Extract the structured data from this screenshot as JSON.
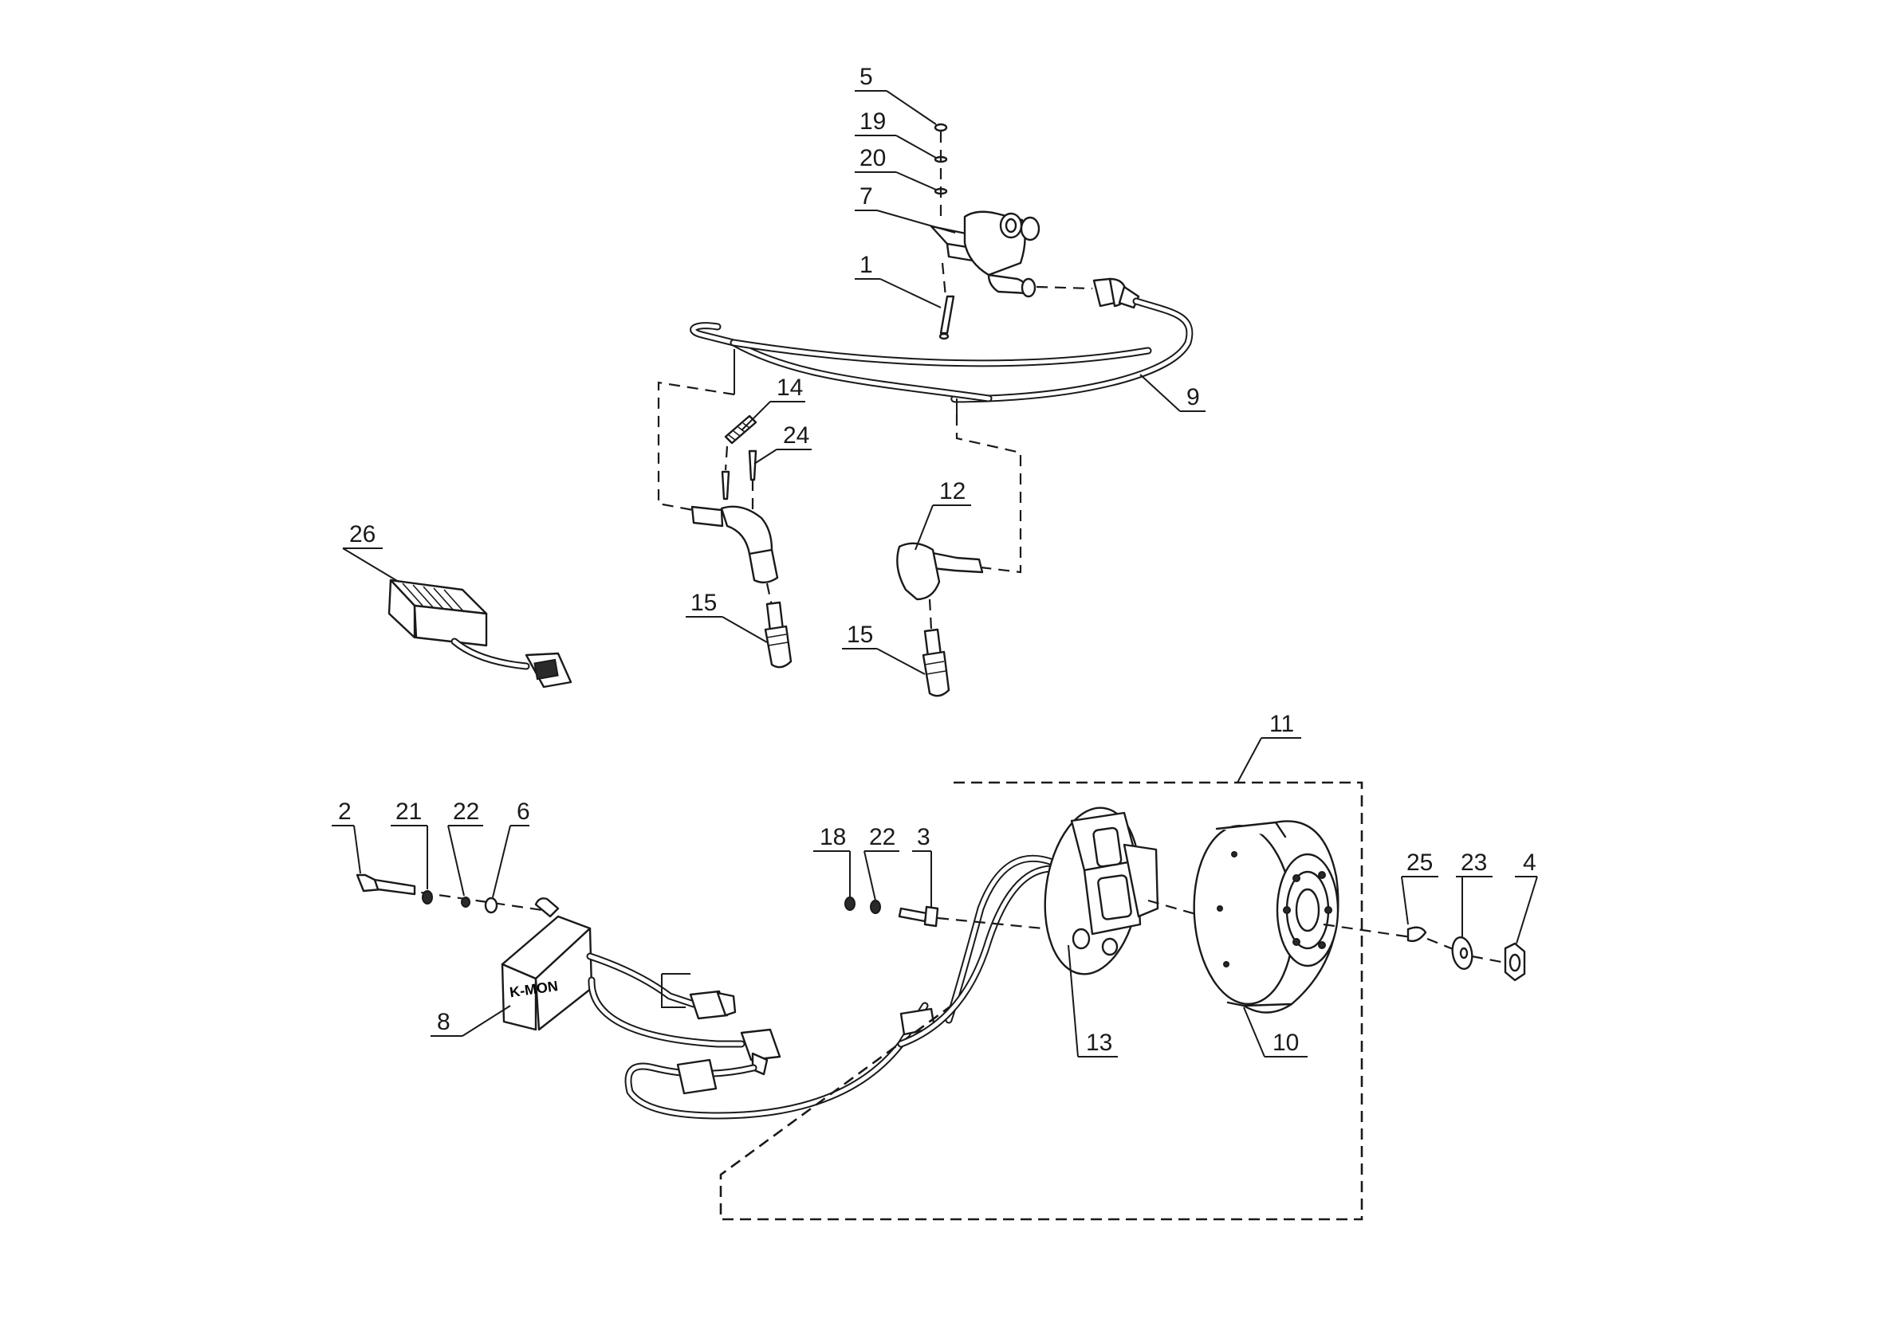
{
  "callouts": {
    "c1": "1",
    "c2": "2",
    "c3": "3",
    "c4": "4",
    "c5": "5",
    "c6": "6",
    "c7": "7",
    "c8": "8",
    "c9": "9",
    "c10": "10",
    "c11": "11",
    "c12": "12",
    "c13": "13",
    "c14": "14",
    "c15a": "15",
    "c15b": "15",
    "c18": "18",
    "c19": "19",
    "c20": "20",
    "c21": "21",
    "c22a": "22",
    "c22b": "22",
    "c23": "23",
    "c24": "24",
    "c25": "25",
    "c26": "26"
  },
  "module_text": "K-MON"
}
